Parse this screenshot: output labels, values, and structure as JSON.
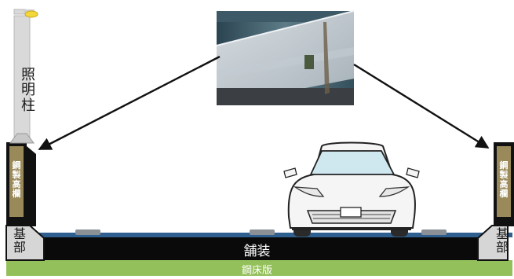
{
  "labels": {
    "lighting_pole": "照明柱",
    "railing_left": "鋼製高欄",
    "railing_right": "鋼製高欄",
    "base_left": "基部",
    "base_right": "基部",
    "pavement": "舗装",
    "steel_deck": "鋼床版"
  },
  "colors": {
    "pavement": "#0a0a0a",
    "steel_deck": "#93c05a",
    "deck_edge": "#2f5f8f",
    "railing_panel": "#9a8a5a",
    "railing_frame": "#111111",
    "base": "#d6d6d6",
    "arrow": "#111111",
    "lamp": "#f2d83b"
  },
  "icons": [
    "lighting-pole-icon",
    "car-icon",
    "railing-photo-icon",
    "arrow-icon"
  ]
}
